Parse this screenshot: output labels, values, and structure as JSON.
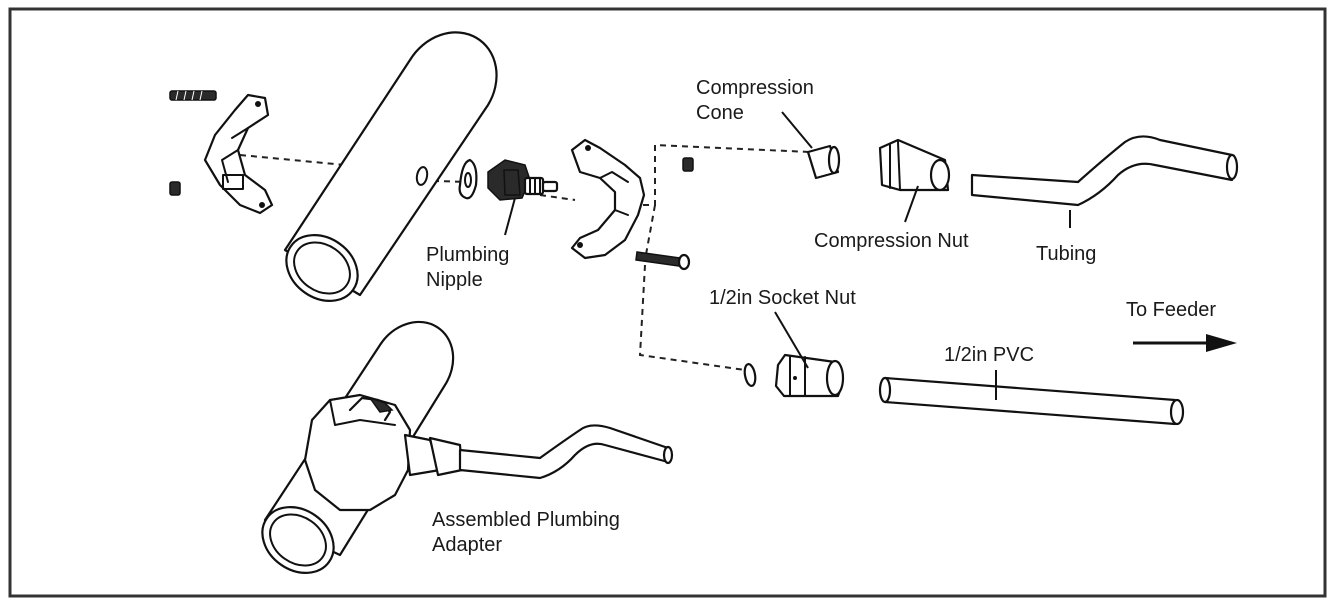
{
  "labels": {
    "compression_cone_line1": "Compression",
    "compression_cone_line2": "Cone",
    "compression_nut": "Compression Nut",
    "tubing": "Tubing",
    "plumbing_nipple_line1": "Plumbing",
    "plumbing_nipple_line2": "Nipple",
    "socket_nut": "1/2in Socket Nut",
    "to_feeder": "To Feeder",
    "pvc": "1/2in PVC",
    "assembled_line1": "Assembled Plumbing",
    "assembled_line2": "Adapter"
  },
  "colors": {
    "line": "#111111",
    "frame": "#333333",
    "background": "#ffffff"
  }
}
